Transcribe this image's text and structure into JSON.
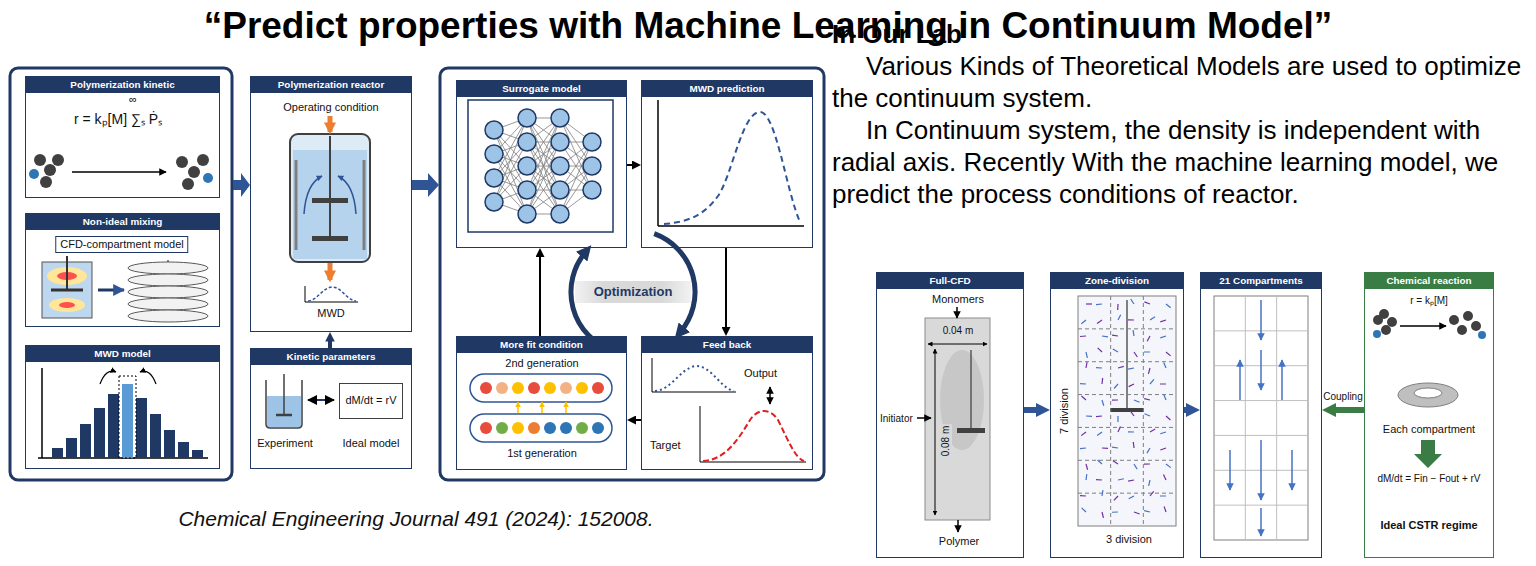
{
  "diagram": {
    "title": "“Predict properties with Machine Learning in Continuum Model”",
    "caption": "Chemical Engineering Journal 491 (2024): 152008.",
    "nodes": [
      {
        "text": [
          "Polymerization kinetic",
          "r = kₚ[M] ∑ₛ Ṗₛ"
        ]
      },
      {
        "text": [
          "Non-ideal mixing",
          "CFD-compartment model"
        ]
      },
      {
        "text": [
          "MWD model"
        ]
      },
      {
        "text": [
          "Polymerization reactor",
          "Operating condition",
          "MWD"
        ]
      },
      {
        "text": [
          "Kinetic parameters",
          "Experiment",
          "Ideal model"
        ]
      },
      {
        "text": [
          "dM/dt = rV"
        ],
        "in": 4
      },
      {
        "text": [
          "Surrogate model"
        ]
      },
      {
        "text": [
          "MWD prediction"
        ]
      },
      {
        "text": [
          "Feed back",
          "Output",
          "Target"
        ]
      },
      {
        "text": [
          "More fit condition",
          "2nd generation",
          "1st generation"
        ]
      },
      {
        "text": [
          "Optimization"
        ]
      },
      {
        "text": [
          "Full-CFD",
          "Monomers",
          "0.04 m",
          "Initiator",
          "0.08 m",
          "Polymer"
        ]
      },
      {
        "text": [
          "Zone-division",
          "7 division",
          "3 division"
        ]
      },
      {
        "text": [
          "21 Compartments"
        ]
      },
      {
        "text": [
          "Chemical reaction",
          "r = kₚ[M]",
          "Each compartment",
          "dM/dt = Fin − Fout + rV",
          "Ideal CSTR regime"
        ]
      }
    ],
    "edges": [
      {
        "from": 4,
        "to": 3,
        "arrow": "to"
      },
      {
        "from": 6,
        "to": 7,
        "arrow": "to"
      },
      {
        "from": 7,
        "to": 8,
        "arrow": "to"
      },
      {
        "from": 8,
        "to": 9,
        "arrow": "to"
      },
      {
        "from": 9,
        "to": 6,
        "arrow": "to"
      },
      {
        "from": 11,
        "to": 12,
        "arrow": "to"
      },
      {
        "from": 12,
        "to": 13,
        "arrow": "to"
      },
      {
        "from": 14,
        "to": 13,
        "arrow": "to",
        "label": "Coupling"
      }
    ],
    "labels": [
      "∞",
      "In Our Lab",
      "Various Kinds of Theoretical Models are used to optimize the continuum system.",
      "In Continuum system, the density is independent with radial axis. Recently With the machine learning model, we predict the process conditions of reactor."
    ]
  }
}
